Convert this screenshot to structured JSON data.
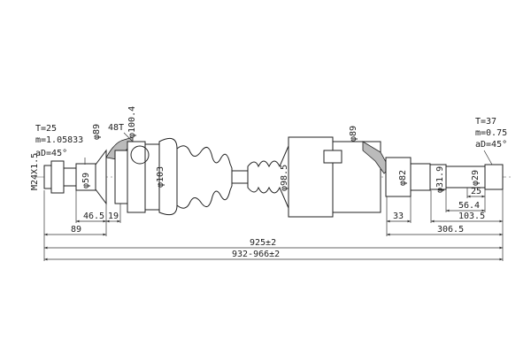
{
  "drawing": {
    "outer_joint": {
      "teeth": "T=25",
      "module": "m=1.05833",
      "pressure_angle": "aD=45°",
      "abs_ring": "48T",
      "thread": "M24X1.5",
      "dia_spline": "φ59",
      "dia_boot": "φ89",
      "dia_housing": "φ100.4",
      "dia_body": "φ103"
    },
    "inner_joint": {
      "dia_boot": "φ89",
      "dia_housing": "φ98.5",
      "dia_seal": "φ82"
    },
    "stub_shaft": {
      "teeth": "T=37",
      "module": "m=0.75",
      "pressure_angle": "aD=45°",
      "dia_a": "φ31.9",
      "dia_b": "φ29"
    },
    "dimensions": {
      "d46_5": "46.5",
      "d19": "19",
      "d89": "89",
      "d33": "33",
      "d25": "25",
      "d56_4": "56.4",
      "d103_5": "103.5",
      "d306_5": "306.5",
      "total": "925±2",
      "range": "932-966±2"
    }
  }
}
